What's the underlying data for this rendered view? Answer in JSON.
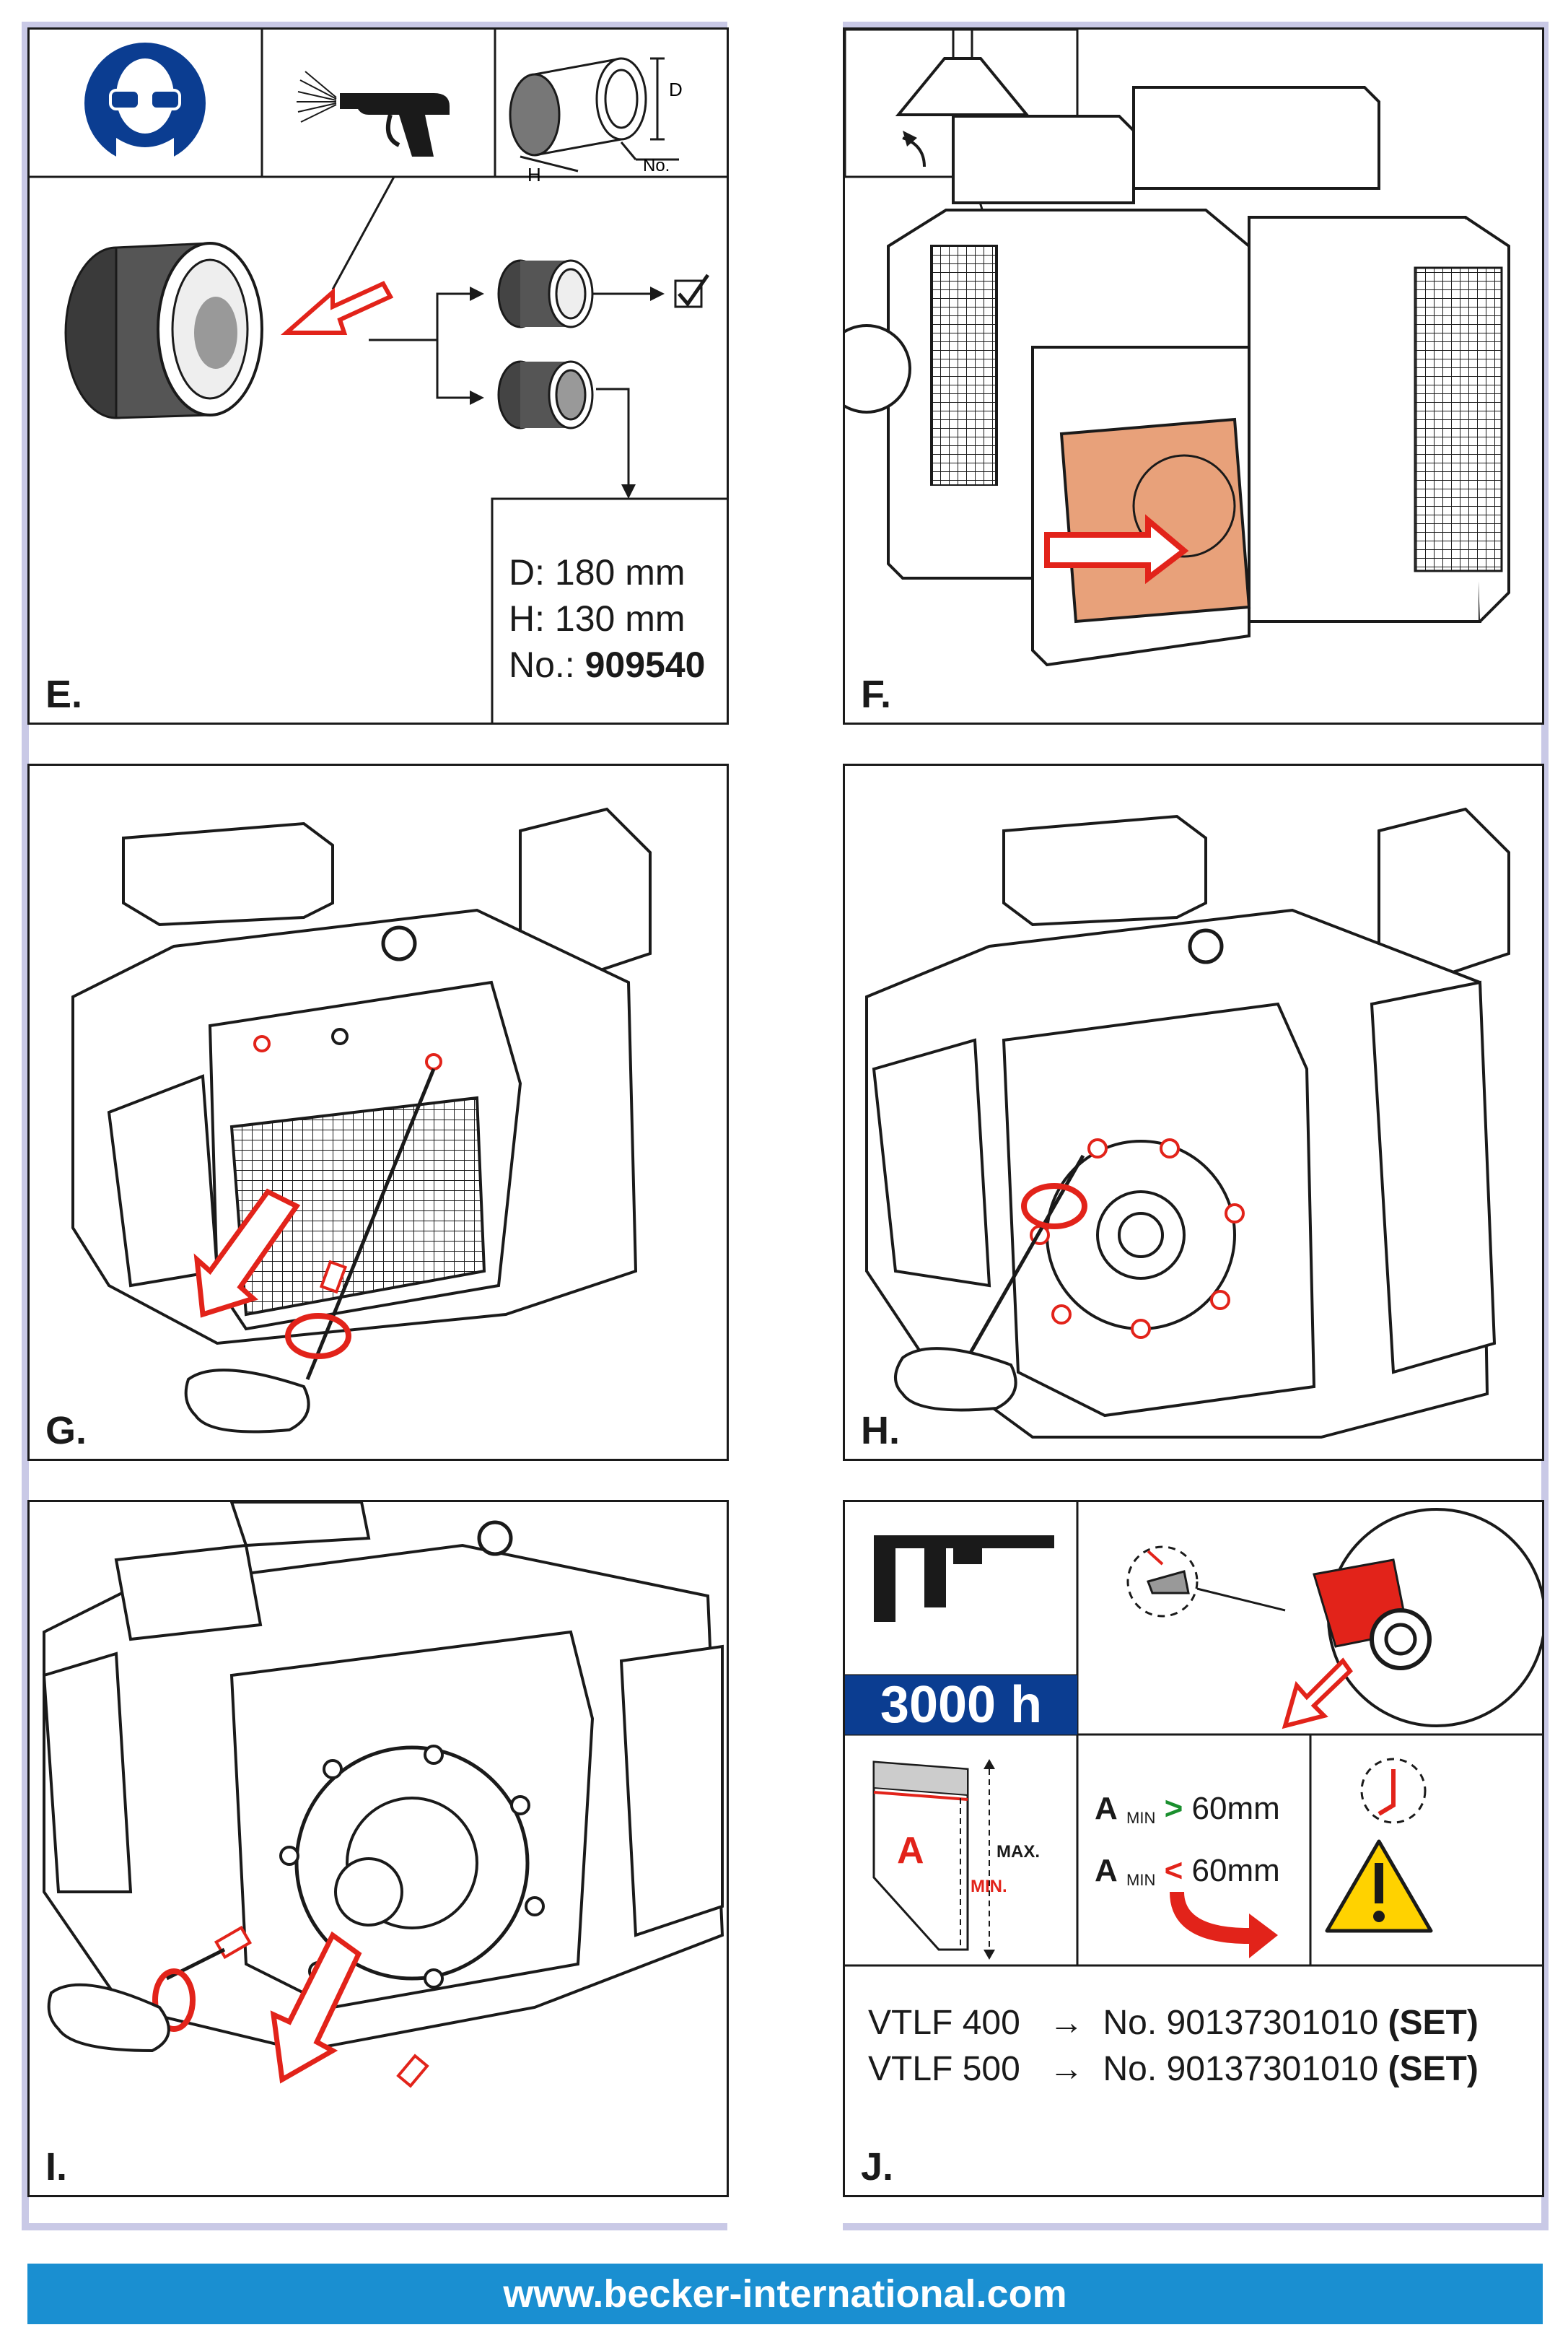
{
  "panels": {
    "e": {
      "label": "E.",
      "filter": {
        "d": "D: 180 mm",
        "h": "H: 130 mm",
        "no_prefix": "No.: ",
        "no_value": "909540"
      },
      "diagram": {
        "d_mark": "D",
        "h_mark": "H",
        "no_mark": "No."
      }
    },
    "f": {
      "label": "F."
    },
    "g": {
      "label": "G."
    },
    "h": {
      "label": "H."
    },
    "i": {
      "label": "I."
    },
    "j": {
      "label": "J.",
      "interval": "3000 h",
      "vane": {
        "a_mark": "A",
        "max_mark": "MAX.",
        "min_mark": "MIN."
      },
      "rule_gt": {
        "a": "A",
        "sub": "MIN",
        "op": ">",
        "value": "60mm"
      },
      "rule_lt": {
        "a": "A",
        "sub": "MIN",
        "op": "<",
        "value": "60mm"
      },
      "parts": [
        {
          "model": "VTLF 400",
          "arrow": "→",
          "number": "No. 90137301010",
          "set": "(SET)"
        },
        {
          "model": "VTLF 500",
          "arrow": "→",
          "number": "No. 90137301010",
          "set": "(SET)"
        }
      ]
    }
  },
  "footer": {
    "url": "www.becker-international.com"
  },
  "colors": {
    "blue": "#0b3d91",
    "footer": "#1a8fd1",
    "red": "#e2231a",
    "green": "#1a8f2e",
    "band": "#c9c9e6",
    "copper": "#e8a17a",
    "warning": "#ffd200"
  },
  "icons": [
    "safety-goggles-icon",
    "air-gun-icon",
    "filter-cartridge-icon",
    "checkbox-icon",
    "extraction-hood-icon",
    "caliper-icon",
    "warning-icon"
  ]
}
